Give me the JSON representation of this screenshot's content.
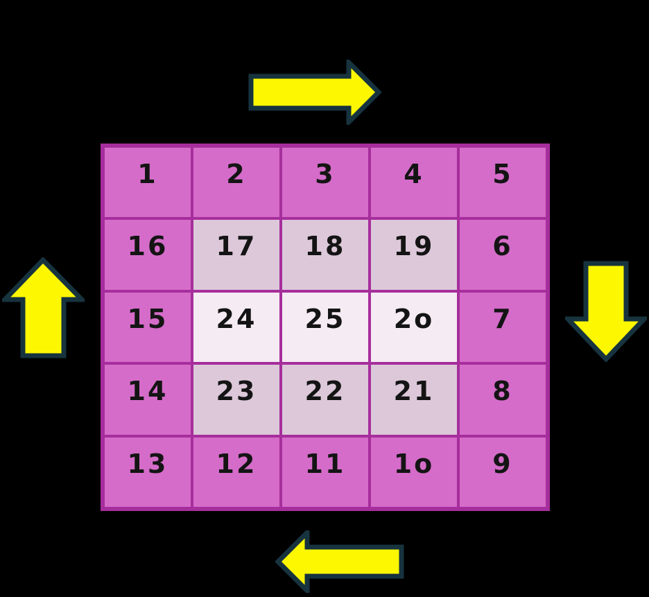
{
  "description": "5x5 clockwise spiral counting grid with direction arrows",
  "grid": {
    "rows": 5,
    "cols": 5,
    "cells": [
      {
        "display": "1",
        "value": 1,
        "shade": "outer"
      },
      {
        "display": "2",
        "value": 2,
        "shade": "outer"
      },
      {
        "display": "3",
        "value": 3,
        "shade": "outer"
      },
      {
        "display": "4",
        "value": 4,
        "shade": "outer"
      },
      {
        "display": "5",
        "value": 5,
        "shade": "outer"
      },
      {
        "display": "16",
        "value": 16,
        "shade": "outer"
      },
      {
        "display": "17",
        "value": 17,
        "shade": "mid"
      },
      {
        "display": "18",
        "value": 18,
        "shade": "mid"
      },
      {
        "display": "19",
        "value": 19,
        "shade": "mid"
      },
      {
        "display": "6",
        "value": 6,
        "shade": "outer"
      },
      {
        "display": "15",
        "value": 15,
        "shade": "outer"
      },
      {
        "display": "24",
        "value": 24,
        "shade": "center"
      },
      {
        "display": "25",
        "value": 25,
        "shade": "center"
      },
      {
        "display": "2o",
        "value": 20,
        "shade": "center"
      },
      {
        "display": "7",
        "value": 7,
        "shade": "outer"
      },
      {
        "display": "14",
        "value": 14,
        "shade": "outer"
      },
      {
        "display": "23",
        "value": 23,
        "shade": "mid"
      },
      {
        "display": "22",
        "value": 22,
        "shade": "mid"
      },
      {
        "display": "21",
        "value": 21,
        "shade": "mid"
      },
      {
        "display": "8",
        "value": 8,
        "shade": "outer"
      },
      {
        "display": "13",
        "value": 13,
        "shade": "outer"
      },
      {
        "display": "12",
        "value": 12,
        "shade": "outer"
      },
      {
        "display": "11",
        "value": 11,
        "shade": "outer"
      },
      {
        "display": "1o",
        "value": 10,
        "shade": "outer"
      },
      {
        "display": "9",
        "value": 9,
        "shade": "outer"
      }
    ]
  },
  "arrows": {
    "top": {
      "direction": "right"
    },
    "right": {
      "direction": "down"
    },
    "bottom": {
      "direction": "left"
    },
    "left": {
      "direction": "up"
    }
  },
  "colors": {
    "background": "#000000",
    "cell_outer": "#d56cc9",
    "cell_mid": "#dcc8d9",
    "cell_center": "#f5ebf3",
    "grid_line": "#a62e9c",
    "number_text": "#141414",
    "arrow_fill": "#fdf802",
    "arrow_outline": "#17333e"
  }
}
